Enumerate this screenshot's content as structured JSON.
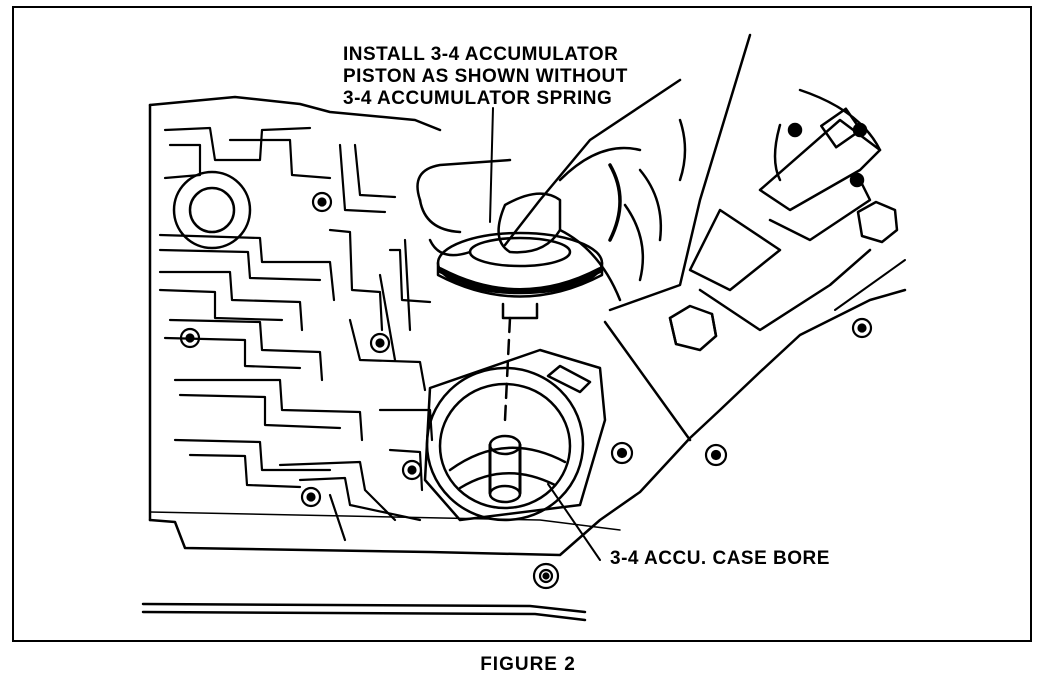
{
  "figure": {
    "caption": "FIGURE 2",
    "callouts": {
      "install_line_1": "INSTALL 3-4 ACCUMULATOR",
      "install_line_2": "PISTON AS SHOWN WITHOUT",
      "install_line_3": "3-4 ACCUMULATOR SPRING",
      "case_bore": "3-4 ACCU. CASE BORE"
    }
  }
}
